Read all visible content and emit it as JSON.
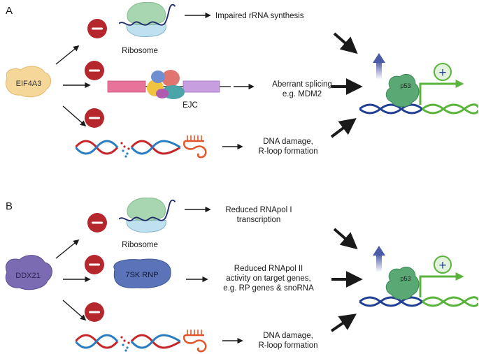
{
  "panel_a": {
    "letter": "A",
    "factor": "EIF4A3",
    "ribosome_label": "Ribosome",
    "complex_label": "EJC",
    "out1": "Impaired rRNA synthesis",
    "out2_l1": "Aberrant splicing",
    "out2_l2": "e.g. MDM2",
    "out3_l1": "DNA damage,",
    "out3_l2": "R-loop formation",
    "p53": "p53",
    "plus": "+"
  },
  "panel_b": {
    "letter": "B",
    "factor": "DDX21",
    "ribosome_label": "Ribosome",
    "complex_label": "7SK RNP",
    "out1_l1": "Reduced RNApol I",
    "out1_l2": "transcription",
    "out2_l1": "Reduced RNApol II",
    "out2_l2": "activity on target genes,",
    "out2_l3": "e.g. RP genes & snoRNA",
    "out3_l1": "DNA damage,",
    "out3_l2": "R-loop formation",
    "p53": "p53",
    "plus": "+"
  },
  "colors": {
    "inhibit": "#b5272d",
    "p53": "#5aa874",
    "promoter_arrow": "#5ab43c",
    "up_arrow": "#4a5ca8",
    "eif4a3": "#f6d79a",
    "ddx21": "#7b6bb3",
    "rnp": "#5b73b8"
  }
}
